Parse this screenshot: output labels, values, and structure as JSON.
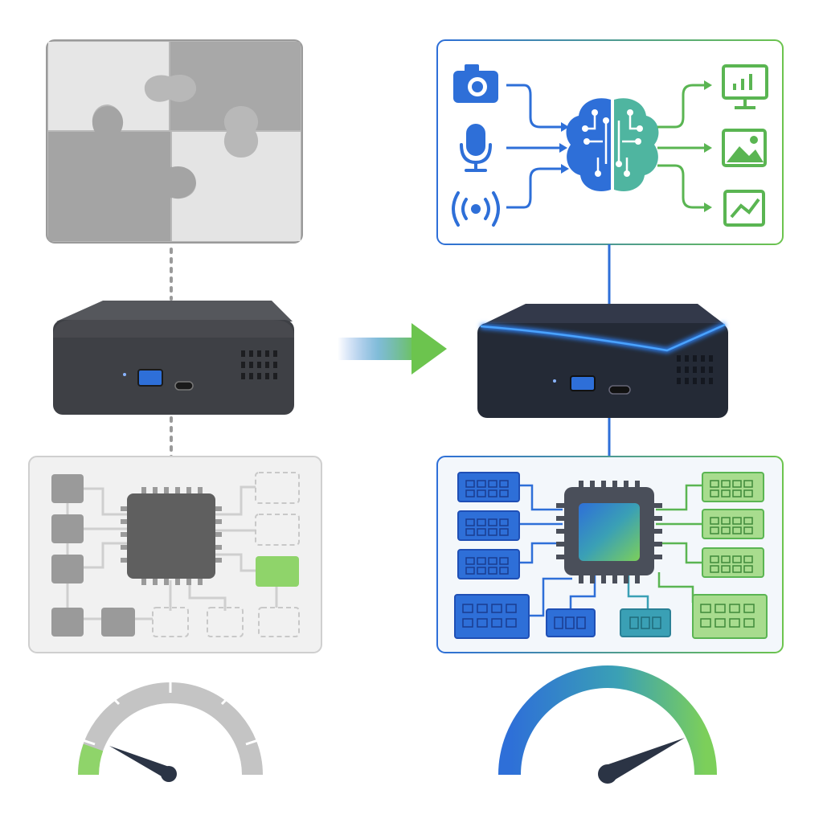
{
  "colors": {
    "gray_dark": "#5f5f5f",
    "gray_mid": "#9a9a9a",
    "gray_light": "#d9d9d9",
    "gray_pale": "#ececec",
    "blue": "#2e6fd8",
    "blue_deep": "#1f4fb5",
    "teal": "#3aa0b5",
    "green": "#5ab552",
    "green_light": "#8fd46a",
    "device_gray": "#3e4045",
    "device_dark": "#242a36",
    "glow": "#2f86ff",
    "needle": "#2b3445"
  },
  "left_side": {
    "puzzle_pieces": 4,
    "device": {
      "ports": [
        "usb-a-blue",
        "usb-c"
      ]
    },
    "board": {
      "active_module": "green-module",
      "empty_slots": 5
    },
    "gauge": {
      "level_percent": 12
    }
  },
  "right_side": {
    "ai_panel": {
      "inputs": [
        "camera-icon",
        "microphone-icon",
        "wireless-signal-icon"
      ],
      "core": "brain-circuit-icon",
      "outputs": [
        "monitor-chart-icon",
        "image-icon",
        "line-chart-icon"
      ]
    },
    "device": {
      "ports": [
        "usb-a-blue",
        "usb-c"
      ],
      "accent": "blue-glow-strip"
    },
    "board": {
      "blue_modules": 4,
      "green_modules": 4,
      "small_modules": 2
    },
    "gauge": {
      "level_percent": 85
    }
  },
  "transition": "arrow-right-icon"
}
